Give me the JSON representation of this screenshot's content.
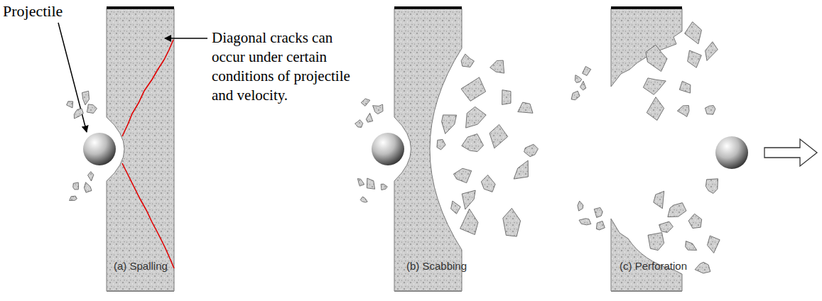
{
  "diagram": {
    "labels": [
      "Projectile",
      "Diagonal cracks can occur under certain conditions of projectile and velocity.",
      "(a) Spalling",
      "(b) Scabbing",
      "(c) Perforation"
    ]
  }
}
